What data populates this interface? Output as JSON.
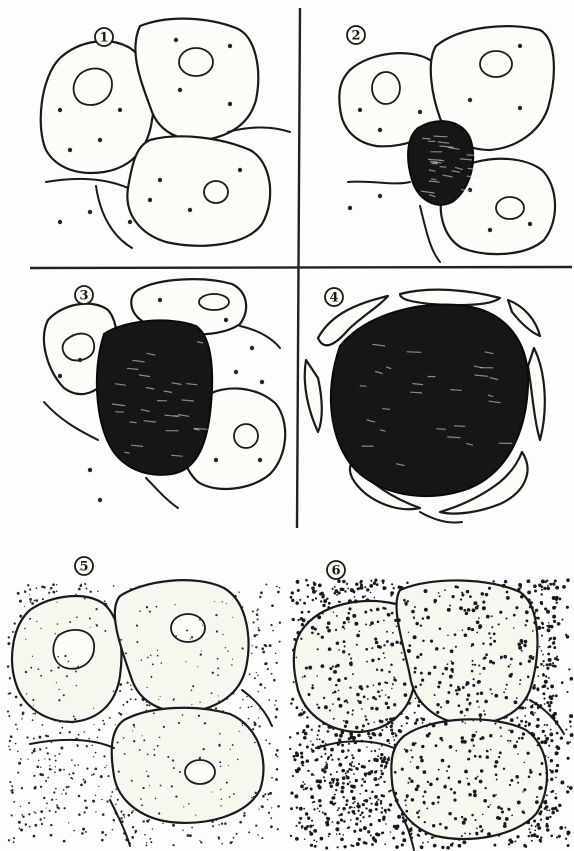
{
  "panels": [
    {
      "label": "1"
    },
    {
      "label": "2"
    },
    {
      "label": "3"
    },
    {
      "label": "4"
    },
    {
      "label": "5"
    },
    {
      "label": "6"
    }
  ],
  "colors": {
    "ink": "#1a1a1a",
    "paper": "#fcfcf8",
    "mass": "#161616"
  }
}
